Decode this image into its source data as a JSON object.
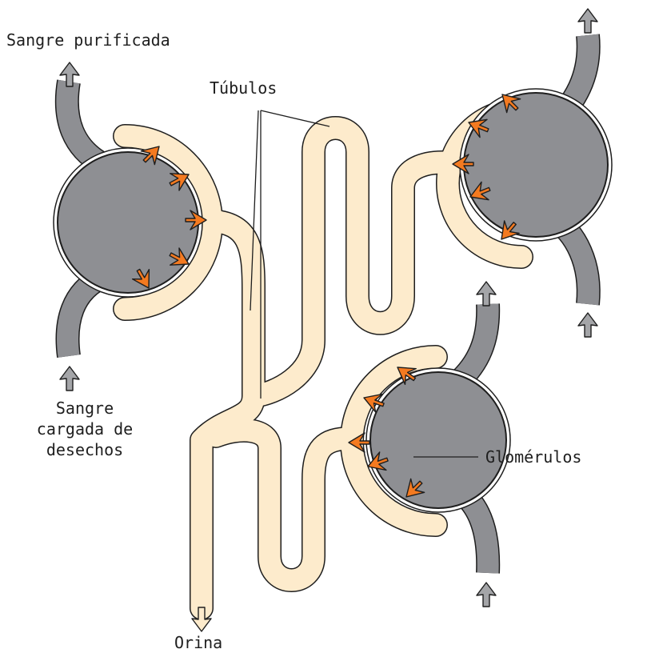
{
  "labels": {
    "clean_blood": "Sangre purificada",
    "dirty_blood_line1": "Sangre",
    "dirty_blood_line2": "cargada de",
    "dirty_blood_line3": "desechos",
    "tubules": "Túbulos",
    "glomeruli": "Glomérulos",
    "urine": "Orina"
  },
  "colors": {
    "tubule_fill": "#fdebcc",
    "vessel_fill": "#8e8f93",
    "glomerulus_fill": "#8e8f93",
    "filtration_arrow": "#f47a20",
    "blood_flow_arrow": "#a4a5a8",
    "urine_arrow": "#fdebcc",
    "outline": "#1e1e1e"
  },
  "icons": {
    "filtration": "orange-arrow-icon",
    "blood_flow": "gray-arrow-icon",
    "urine_flow": "cream-arrow-icon"
  }
}
